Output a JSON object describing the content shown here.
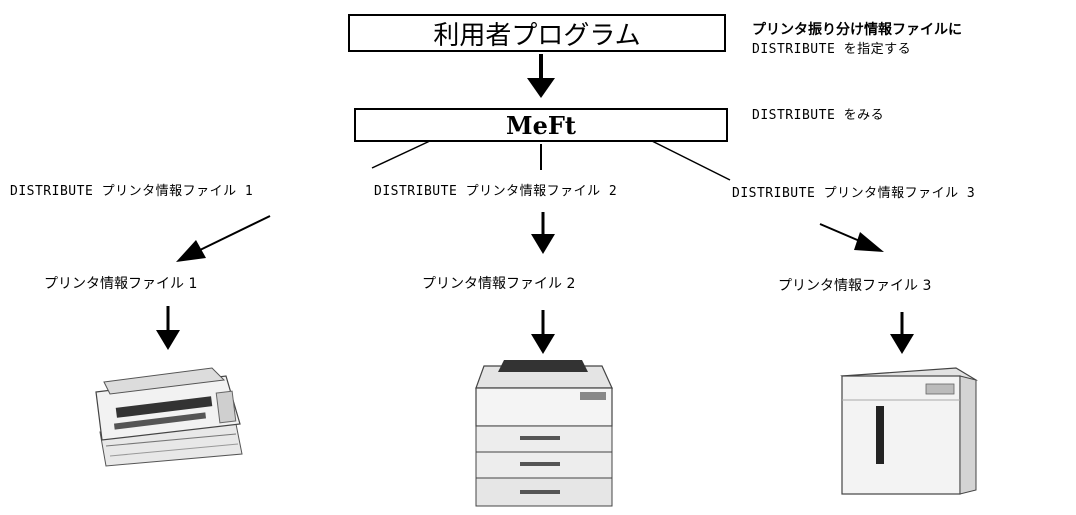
{
  "top_box": {
    "label": "利用者プログラム"
  },
  "meft_box": {
    "label": "MeFt"
  },
  "notes": {
    "line1": "プリンタ振り分け情報ファイルに",
    "line2": "DISTRIBUTE を指定する",
    "line3": "DISTRIBUTE をみる"
  },
  "branches": [
    {
      "distribute_label": "DISTRIBUTE プリンタ情報ファイル 1",
      "info_label": "プリンタ情報ファイル 1",
      "printer_icon": "dot-matrix-printer-icon"
    },
    {
      "distribute_label": "DISTRIBUTE プリンタ情報ファイル 2",
      "info_label": "プリンタ情報ファイル 2",
      "printer_icon": "laser-printer-icon"
    },
    {
      "distribute_label": "DISTRIBUTE プリンタ情報ファイル 3",
      "info_label": "プリンタ情報ファイル 3",
      "printer_icon": "line-printer-icon"
    }
  ]
}
